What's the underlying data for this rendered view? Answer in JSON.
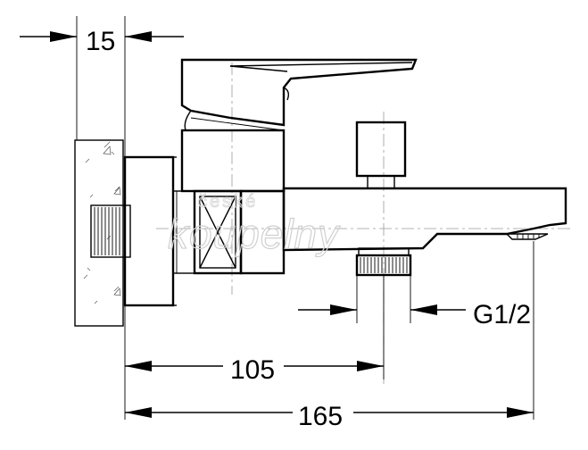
{
  "dimensions": {
    "wall_plate": "15",
    "inlet_to_outlet": "105",
    "overall_length": "165",
    "outlet_thread": "G1/2"
  },
  "watermark": {
    "line1": "české",
    "line2": "koupelny"
  }
}
